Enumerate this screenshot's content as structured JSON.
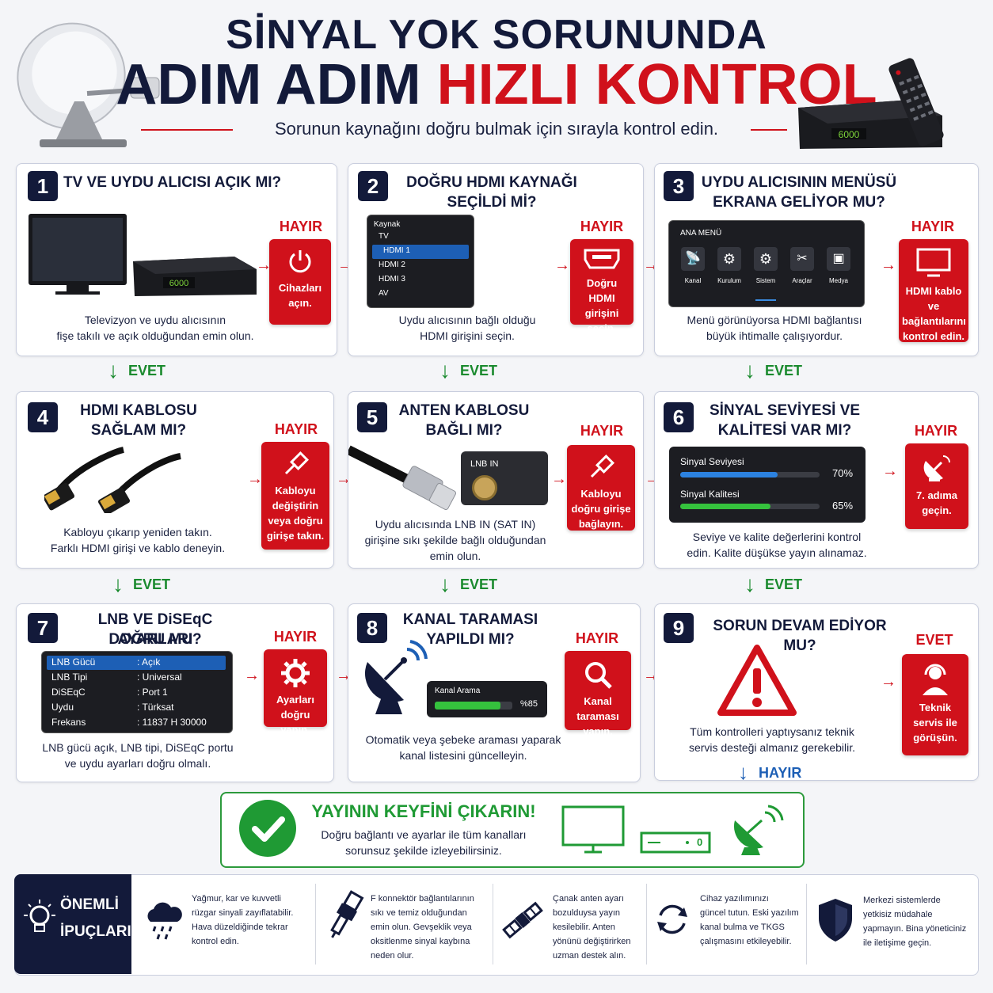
{
  "header": {
    "title_line1": "SİNYAL YOK SORUNUNDA",
    "title_line2_a": "ADIM ADIM",
    "title_line2_b": "HIZLI KONTROL",
    "subtitle": "Sorunun kaynağını doğru bulmak için sırayla kontrol edin."
  },
  "receiver_display": "6000",
  "labels": {
    "hayir": "HAYIR",
    "evet": "EVET"
  },
  "steps": [
    {
      "num": "1",
      "title": "TV VE UYDU ALICISI AÇIK MI?",
      "action": "Cihazları açın.",
      "desc1": "Televizyon ve uydu alıcısının",
      "desc2": "fişe takılı ve açık olduğundan emin olun."
    },
    {
      "num": "2",
      "title1": "DOĞRU HDMI KAYNAĞI",
      "title2": "SEÇİLDİ Mİ?",
      "action": "Doğru HDMI girişini seçin.",
      "desc1": "Uydu alıcısının bağlı olduğu",
      "desc2": "HDMI girişini seçin.",
      "menu_title": "Kaynak",
      "menu_items": [
        "TV",
        "HDMI 1",
        "HDMI 2",
        "HDMI 3",
        "AV"
      ]
    },
    {
      "num": "3",
      "title1": "UYDU ALICISININ MENÜSÜ",
      "title2": "EKRANA GELİYOR MU?",
      "action": "HDMI kablo ve bağlantılarını kontrol edin.",
      "desc1": "Menü görünüyorsa HDMI bağlantısı",
      "desc2": "büyük ihtimalle çalışıyordur.",
      "menu_title": "ANA MENÜ",
      "menu_items": [
        "Kanal",
        "Kurulum",
        "Sistem",
        "Araçlar",
        "Medya"
      ]
    },
    {
      "num": "4",
      "title1": "HDMI KABLOSU",
      "title2": "SAĞLAM MI?",
      "action": "Kabloyu değiştirin veya doğru girişe takın.",
      "desc1": "Kabloyu çıkarıp yeniden takın.",
      "desc2": "Farklı HDMI girişi ve kablo deneyin."
    },
    {
      "num": "5",
      "title1": "ANTEN KABLOSU",
      "title2": "BAĞLI MI?",
      "action": "Kabloyu doğru girişe bağlayın.",
      "desc1": "Uydu alıcısında LNB IN (SAT IN)",
      "desc2": "girişine sıkı şekilde bağlı olduğundan",
      "desc3": "emin olun.",
      "port_label": "LNB IN"
    },
    {
      "num": "6",
      "title1": "SİNYAL SEVİYESİ VE",
      "title2": "KALİTESİ VAR MI?",
      "action": "7. adıma geçin.",
      "desc1": "Seviye ve kalite değerlerini kontrol",
      "desc2": "edin. Kalite düşükse yayın alınamaz.",
      "level_label": "Sinyal Seviyesi",
      "level_value": "70%",
      "level_fraction": 0.7,
      "quality_label": "Sinyal Kalitesi",
      "quality_value": "65%",
      "quality_fraction": 0.65
    },
    {
      "num": "7",
      "title1": "LNB VE DiSEqC AYARLARI",
      "title2": "DOĞRU MU?",
      "action": "Ayarları doğru yapın.",
      "desc1": "LNB gücü açık, LNB tipi, DiSEqC portu",
      "desc2": "ve uydu ayarları doğru olmalı.",
      "settings": [
        {
          "key": "LNB Gücü",
          "val": ": Açık"
        },
        {
          "key": "LNB Tipi",
          "val": ": Universal"
        },
        {
          "key": "DiSEqC",
          "val": ": Port 1"
        },
        {
          "key": "Uydu",
          "val": ": Türksat"
        },
        {
          "key": "Frekans",
          "val": ": 11837 H 30000"
        }
      ]
    },
    {
      "num": "8",
      "title1": "KANAL TARAMASI",
      "title2": "YAPILDI MI?",
      "action": "Kanal taraması yapın.",
      "desc1": "Otomatik veya şebeke araması yaparak",
      "desc2": "kanal listesini güncelleyin.",
      "scan_label": "Kanal Arama",
      "scan_value": "%85",
      "scan_fraction": 0.85
    },
    {
      "num": "9",
      "title": "SORUN DEVAM EDİYOR MU?",
      "action": "Teknik servis ile görüşün.",
      "desc1": "Tüm kontrolleri yaptıysanız teknik",
      "desc2": "servis desteği almanız gerekebilir."
    }
  ],
  "success": {
    "title": "YAYININ KEYFİNİ ÇIKARIN!",
    "desc1": "Doğru bağlantı ve ayarlar ile tüm kanalları",
    "desc2": "sorunsuz şekilde izleyebilirsiniz.",
    "device_display": "0"
  },
  "tips": {
    "label1": "ÖNEMLİ",
    "label2": "İPUÇLARI",
    "items": [
      {
        "icon": "rain-cloud-icon",
        "lines": [
          "Yağmur, kar ve kuvvetli",
          "rüzgar sinyali zayıflatabilir.",
          "Hava düzeldiğinde tekrar",
          "kontrol edin."
        ]
      },
      {
        "icon": "f-connector-icon",
        "lines": [
          "F konnektör bağlantılarının",
          "sıkı ve temiz olduğundan",
          "emin olun. Gevşeklik veya",
          "oksitlenme sinyal kaybına",
          "neden olur."
        ]
      },
      {
        "icon": "satellite-icon",
        "lines": [
          "Çanak anten ayarı",
          "bozulduysa yayın",
          "kesilebilir. Anten",
          "yönünü değiştirirken",
          "uzman destek alın."
        ]
      },
      {
        "icon": "refresh-icon",
        "lines": [
          "Cihaz yazılımınızı",
          "güncel tutun. Eski yazılım",
          "kanal bulma ve TKGS",
          "çalışmasını etkileyebilir."
        ]
      },
      {
        "icon": "shield-icon",
        "lines": [
          "Merkezi sistemlerde",
          "yetkisiz müdahale",
          "yapmayın. Bina yöneticiniz",
          "ile iletişime geçin."
        ]
      }
    ]
  }
}
